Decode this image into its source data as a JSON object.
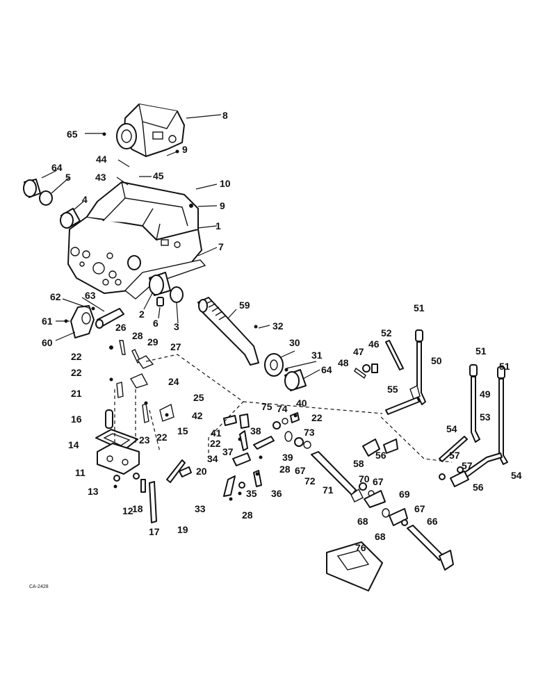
{
  "diagram": {
    "drawing_code": "CA-2428",
    "callouts": {
      "p1": "1",
      "p2": "2",
      "p3": "3",
      "p4": "4",
      "p5": "5",
      "p6": "6",
      "p7": "7",
      "p8": "8",
      "p9a": "9",
      "p9b": "9",
      "p10": "10",
      "p11": "11",
      "p12": "12",
      "p13": "13",
      "p14": "14",
      "p15": "15",
      "p16": "16",
      "p17": "17",
      "p18": "18",
      "p19": "19",
      "p20": "20",
      "p21": "21",
      "p22a": "22",
      "p22b": "22",
      "p22c": "22",
      "p22d": "22",
      "p22e": "22",
      "p23": "23",
      "p24": "24",
      "p25": "25",
      "p26": "26",
      "p27": "27",
      "p28a": "28",
      "p28b": "28",
      "p28c": "28",
      "p29": "29",
      "p30": "30",
      "p31": "31",
      "p32": "32",
      "p33": "33",
      "p34": "34",
      "p35": "35",
      "p36": "36",
      "p37": "37",
      "p38": "38",
      "p39": "39",
      "p40": "40",
      "p41": "41",
      "p42": "42",
      "p43": "43",
      "p44": "44",
      "p45": "45",
      "p46": "46",
      "p47": "47",
      "p48": "48",
      "p49": "49",
      "p50": "50",
      "p51a": "51",
      "p51b": "51",
      "p51c": "51",
      "p52": "52",
      "p53": "53",
      "p54a": "54",
      "p54b": "54",
      "p55": "55",
      "p56a": "56",
      "p56b": "56",
      "p57a": "57",
      "p57b": "57",
      "p58": "58",
      "p59": "59",
      "p60": "60",
      "p61": "61",
      "p62": "62",
      "p63": "63",
      "p64a": "64",
      "p64b": "64",
      "p65": "65",
      "p66": "66",
      "p67a": "67",
      "p67b": "67",
      "p67c": "67",
      "p68a": "68",
      "p68b": "68",
      "p69": "69",
      "p70": "70",
      "p71": "71",
      "p72": "72",
      "p73": "73",
      "p74": "74",
      "p75": "75",
      "p76": "76"
    }
  }
}
